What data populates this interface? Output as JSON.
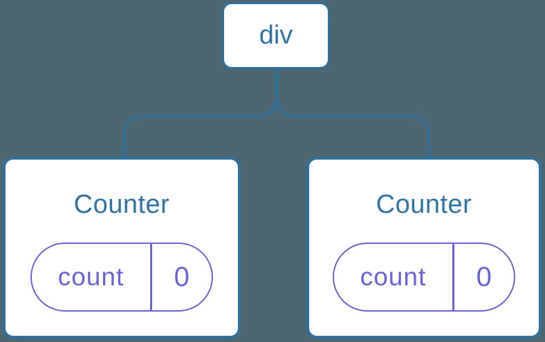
{
  "diagram": {
    "root": {
      "label": "div"
    },
    "children": [
      {
        "title": "Counter",
        "state": {
          "key": "count",
          "value": "0"
        }
      },
      {
        "title": "Counter",
        "state": {
          "key": "count",
          "value": "0"
        }
      }
    ]
  },
  "colors": {
    "background": "#4C6771",
    "node_border": "#2F719E",
    "node_fill": "#FFFFFF",
    "node_text": "#2E74A4",
    "connector": "#2F719E",
    "state_accent": "#6A63D8"
  }
}
